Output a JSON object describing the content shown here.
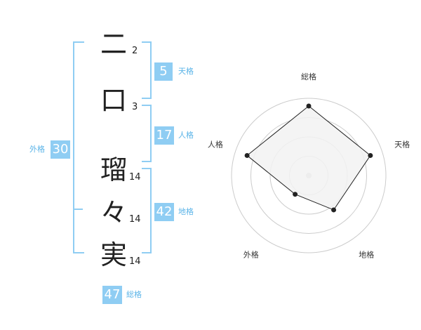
{
  "name_chars": [
    {
      "char": "二",
      "strokes": "2"
    },
    {
      "char": "口",
      "strokes": "3"
    },
    {
      "char": "瑠",
      "strokes": "14"
    },
    {
      "char": "々",
      "strokes": "14"
    },
    {
      "char": "実",
      "strokes": "14"
    }
  ],
  "fortunes": {
    "tenkaku": {
      "value": "5",
      "label": "天格"
    },
    "jinkaku": {
      "value": "17",
      "label": "人格"
    },
    "chikaku": {
      "value": "42",
      "label": "地格"
    },
    "gaikaku": {
      "value": "30",
      "label": "外格"
    },
    "soukaku": {
      "value": "47",
      "label": "総格"
    }
  },
  "chart_data": {
    "type": "radar",
    "axes": [
      "総格",
      "天格",
      "地格",
      "外格",
      "人格"
    ],
    "values": [
      0.9,
      0.84,
      0.55,
      0.3,
      0.84
    ],
    "range": [
      0,
      1
    ],
    "rings": 4,
    "colors": {
      "fill": "#f2f2f2",
      "line": "#222222",
      "grid": "#cccccc",
      "accent": "#8fcdf3"
    }
  }
}
